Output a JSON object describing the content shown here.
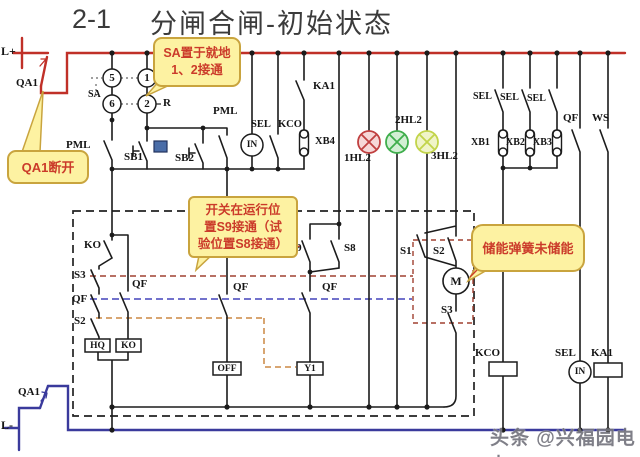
{
  "title": {
    "code": "2-1",
    "text": "分闸合闸-初始状态"
  },
  "rails": {
    "positive": "L+",
    "negative": "L-"
  },
  "watermark": "头条 @兴福园电力",
  "callouts": {
    "sa": {
      "lines": [
        "SA置于就地",
        "1、2接通"
      ]
    },
    "qa1": {
      "lines": [
        "QA1断开"
      ]
    },
    "s9": {
      "lines": [
        "开关在运行位",
        "置S9接通（试",
        "验位置S8接通）"
      ]
    },
    "spring": {
      "lines": [
        "储能弹簧未储能"
      ]
    }
  },
  "labels": {
    "qa1_top": "QA1",
    "qa1_bottom": "QA1",
    "sa": "SA",
    "r": "R",
    "c5": "5",
    "c1": "1",
    "c6": "6",
    "c2": "2",
    "pml_left": "PML",
    "sb1": "SB1",
    "sb2": "SB2",
    "pml_right": "PML",
    "sel_top": "SEL",
    "in_top": "IN",
    "kco_top": "KCO",
    "xb4": "XB4",
    "ka1_top": "KA1",
    "hl1": "1HL2",
    "hl2": "2HL2",
    "hl3": "3HL2",
    "sel1": "SEL",
    "sel2": "SEL",
    "sel3": "SEL",
    "xb1": "XB1",
    "xb2": "XB2",
    "xb3": "XB3",
    "qf_top_right": "QF",
    "ws": "WS",
    "ko_contact": "KO",
    "s3_left": "S3",
    "qf_left": "QF",
    "s2_left": "S2",
    "qf_left2": "QF",
    "hq_coil": "HQ",
    "ko_coil": "KO",
    "qf_mid": "QF",
    "off_coil": "OFF",
    "s9": "S9",
    "s8": "S8",
    "qf_s9": "QF",
    "y1_coil": "Y1",
    "s1": "S1",
    "s2_m": "S2",
    "m": "M",
    "s3_m": "S3",
    "kco_coil": "KCO",
    "sel_bottom": "SEL",
    "in_bottom": "IN",
    "ka1_coil": "KA1"
  },
  "colors": {
    "positive_rail": "#c03028",
    "negative_rail": "#3a3a9c",
    "wire": "#1c1c1c",
    "lamp_red": "#c04040",
    "lamp_green": "#3fae4c",
    "lamp_yellow": "#c2d44a",
    "callout_fill": "#fdf2a2",
    "callout_border": "#c9a43e",
    "callout_text": "#cb3b2a",
    "linkage_red": "#a04030",
    "linkage_blue": "#4444bb",
    "linkage_orange": "#cc8844"
  }
}
